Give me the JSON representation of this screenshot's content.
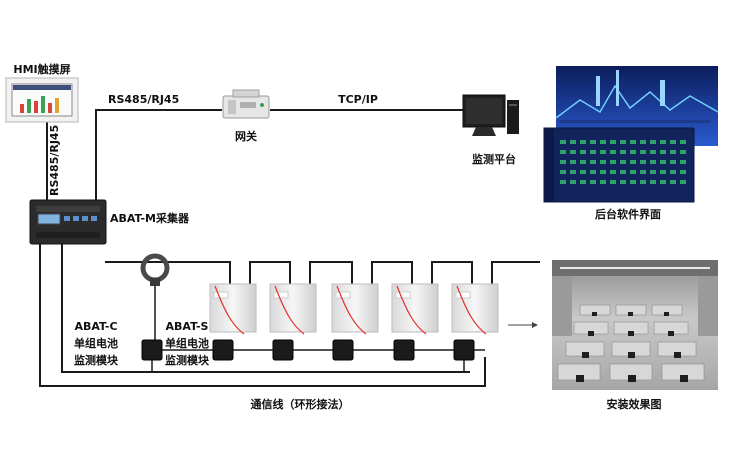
{
  "labels": {
    "hmi": "HMI触摸屏",
    "rs485_top": "RS485/RJ45",
    "rs485_left": "RS485/RJ45",
    "gateway": "网关",
    "tcpip": "TCP/IP",
    "monitor_platform": "监测平台",
    "software_ui": "后台软件界面",
    "collector": "ABAT-M采集器",
    "abat_c": [
      "ABAT-C",
      "单组电池",
      "监测模块"
    ],
    "abat_s": [
      "ABAT-S",
      "单组电池",
      "监测模块"
    ],
    "comm_line": "通信线（环形接法）",
    "install_effect": "安装效果图"
  },
  "colors": {
    "line": "#1a1a1a",
    "wire_red": "#e2302c",
    "screen_blue": "#1b3a8c",
    "collector_body": "#2b2b2b",
    "battery_body": "#ebebeb"
  },
  "battery_count": 5
}
